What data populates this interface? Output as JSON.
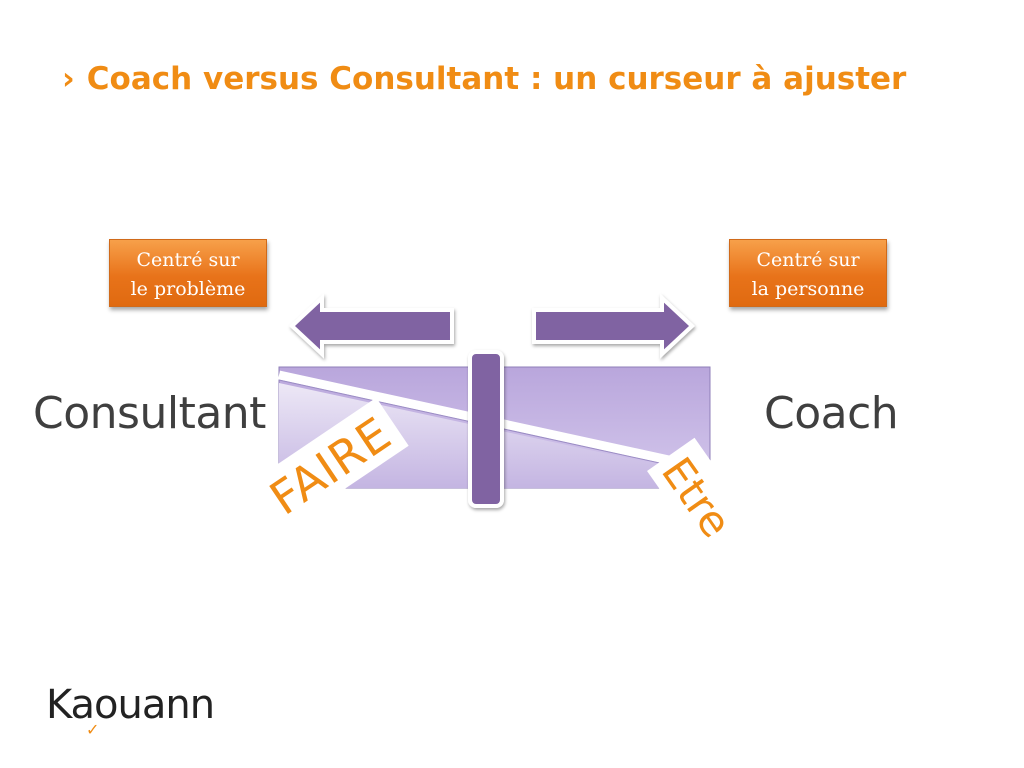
{
  "title": {
    "bullet": "›",
    "text": "Coach versus Consultant : un curseur à ajuster"
  },
  "box_left": {
    "line1": "Centré sur",
    "line2": "le problème"
  },
  "box_right": {
    "line1": "Centré sur",
    "line2": "la personne"
  },
  "labels": {
    "left": "Consultant",
    "right": "Coach",
    "faire": "FAIRE",
    "etre": "Etre"
  },
  "logo": {
    "text": "Kaouann",
    "check_icon": "check-icon"
  },
  "colors": {
    "accent_orange": "#f08c14",
    "box_orange": "#e8731a",
    "purple": "#8064a2",
    "light_purple": "#ccc0e4",
    "text_gray": "#3f3f3f"
  }
}
